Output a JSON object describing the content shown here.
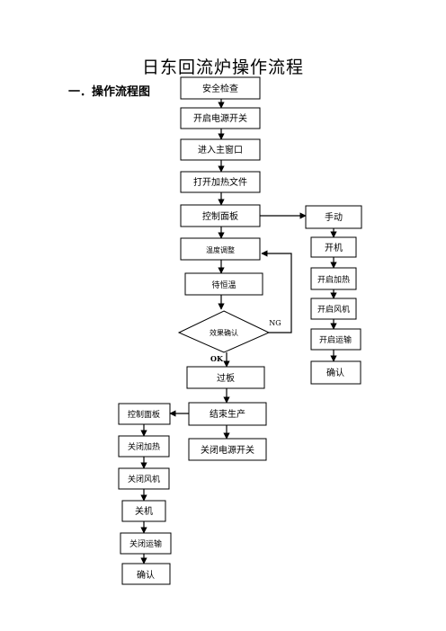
{
  "document": {
    "title": "日东回流炉操作流程",
    "section_heading": "一．操作流程图"
  },
  "flowchart": {
    "main_steps": [
      "安全检查",
      "开启电源开关",
      "进入主窗口",
      "打开加热文件",
      "控制面板",
      "温度调整",
      "待恒温"
    ],
    "decision": "效果确认",
    "branch_labels": {
      "ng": "NG",
      "ok": "OK"
    },
    "after_ok": [
      "过板",
      "结束生产",
      "关闭电源开关"
    ],
    "manual_steps": [
      "手动",
      "开机",
      "开启加热",
      "开启风机",
      "开启运输",
      "确认"
    ],
    "shutdown_steps": [
      "控制面板",
      "关闭加热",
      "关闭风机",
      "关机",
      "关闭运输",
      "确认"
    ]
  }
}
